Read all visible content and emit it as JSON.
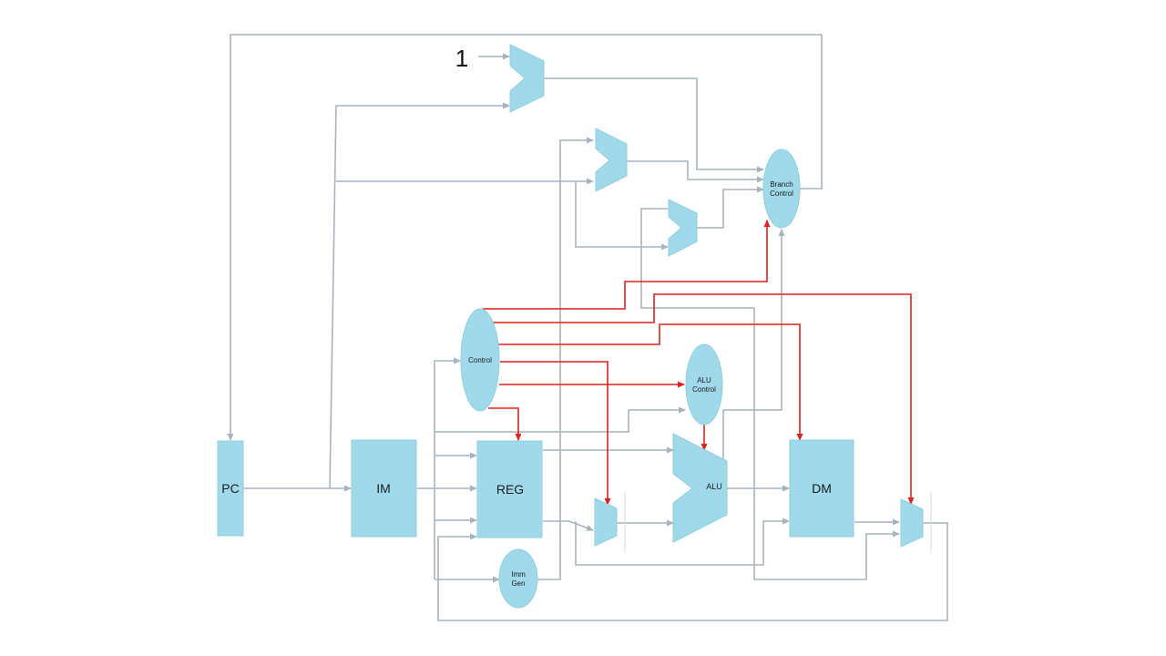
{
  "blocks": {
    "pc": "PC",
    "im": "IM",
    "reg": "REG",
    "dm": "DM",
    "alu": "ALU",
    "control": "Control",
    "alu_control_1": "ALU",
    "alu_control_2": "Control",
    "branch_control_1": "Branch",
    "branch_control_2": "Control",
    "imm_gen_1": "Imm",
    "imm_gen_2": "Gen"
  },
  "constant_input": "1",
  "colors": {
    "block_fill": "#9fd9ea",
    "datapath_wire": "#a7b4c0",
    "control_wire": "#e0211d"
  }
}
